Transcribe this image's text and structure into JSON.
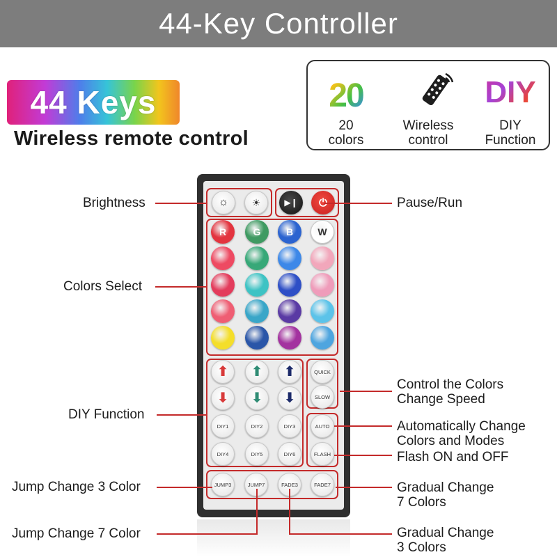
{
  "title": "44-Key Controller",
  "badge": "44 Keys",
  "subtitle": "Wireless remote control",
  "features": [
    {
      "big": "20",
      "label_line1": "20",
      "label_line2": "colors"
    },
    {
      "icon": "remote-icon",
      "label_line1": "Wireless",
      "label_line2": "control"
    },
    {
      "big": "DIY",
      "label_line1": "DIY",
      "label_line2": "Function"
    }
  ],
  "labels": {
    "brightness": "Brightness",
    "pause_run": "Pause/Run",
    "colors_select": "Colors Select",
    "diy_function": "DIY Function",
    "speed_line1": "Control the Colors",
    "speed_line2": "Change Speed",
    "auto_line1": "Automatically Change",
    "auto_line2": "Colors and Modes",
    "flash": "Flash ON and OFF",
    "jump3": "Jump Change 3 Color",
    "jump7": "Jump Change 7 Color",
    "fade7_line1": "Gradual Change",
    "fade7_line2": "7 Colors",
    "fade3_line1": "Gradual Change",
    "fade3_line2": "3 Colors"
  },
  "remote": {
    "rgbw": [
      "R",
      "G",
      "B",
      "W"
    ],
    "diy_buttons": [
      "DIY1",
      "DIY2",
      "DIY3",
      "DIY4",
      "DIY5",
      "DIY6"
    ],
    "speed_buttons": [
      "QUICK",
      "SLOW"
    ],
    "auto": "AUTO",
    "flash": "FLASH",
    "bottom_buttons": [
      "JUMP3",
      "JUMP7",
      "FADE3",
      "FADE7"
    ]
  },
  "colors": {
    "leader_line": "#c42a2a",
    "title_bar": "#7d7d7d",
    "color_grid": [
      [
        "#e3343f",
        "#3f9a62",
        "#2b63d0",
        "#ffffff"
      ],
      [
        "#ee4a62",
        "#37a878",
        "#3d88e8",
        "#f2a7bb"
      ],
      [
        "#e33c5c",
        "#3ec3c4",
        "#2e4fc6",
        "#ef9cba"
      ],
      [
        "#ef5e73",
        "#39a6c8",
        "#5a3aa4",
        "#5cc3e9"
      ],
      [
        "#f4de2a",
        "#2a56a8",
        "#a3329f",
        "#4ea5df"
      ]
    ]
  }
}
